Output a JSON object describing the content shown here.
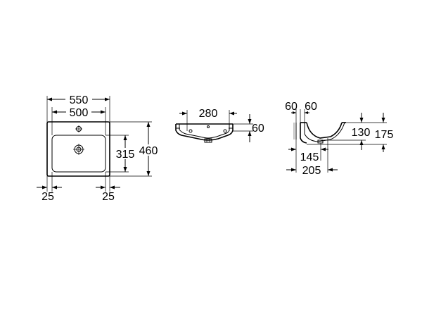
{
  "front_view": {
    "width_overall": "550",
    "width_inner": "500",
    "height_overall": "460",
    "depth_bowl": "315",
    "margin_left": "25",
    "margin_right": "25"
  },
  "section_view": {
    "tap_spacing": "280",
    "rim_height": "60"
  },
  "side_view": {
    "rim_a": "60",
    "rim_b": "60",
    "bowl_height": "130",
    "total_height": "175",
    "bowl_depth": "145",
    "total_depth": "205"
  }
}
